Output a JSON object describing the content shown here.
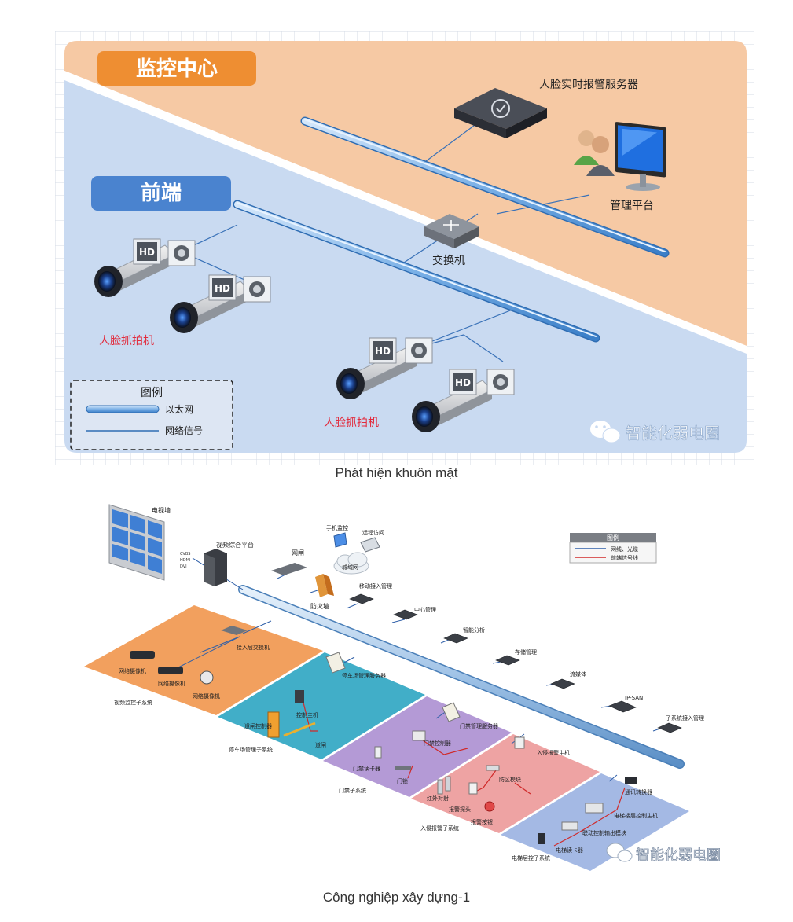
{
  "diagram1": {
    "zone_top_label": "监控中心",
    "zone_front_label": "前端",
    "server_label": "人脸实时报警服务器",
    "mgmt_label": "管理平台",
    "switch_label": "交换机",
    "camera_group_label_1": "人脸抓拍机",
    "camera_group_label_2": "人脸抓拍机",
    "hd_badge": "HD",
    "legend": {
      "title": "图例",
      "item_1": "以太网",
      "item_2": "网络信号"
    },
    "watermark": "智能化弱电圈",
    "colors": {
      "orange_zone": "#f6c9a4",
      "blue_zone": "#c9daf1",
      "orange_label": "#ee8e32",
      "blue_label": "#4a83cf"
    }
  },
  "caption_1": "Phát hiện khuôn mặt",
  "diagram2": {
    "tv_wall": "电视墙",
    "video_platform": "视频综合平台",
    "signal_1": "CVBS",
    "signal_2": "HDMI",
    "signal_3": "DVI",
    "gateway": "网闸",
    "firewall": "防火墙",
    "mobile_monitor": "手机监控",
    "remote_access": "远程访问",
    "wan": "城域网",
    "mobile_access": "移动接入管理",
    "center_mgmt": "中心管理",
    "smart_analysis": "智能分析",
    "storage_mgmt": "存储管理",
    "streaming": "流媒体",
    "ipsan": "IP-SAN",
    "subsystem_access": "子系统接入管理",
    "legend_title": "图例",
    "legend_1": "网线、光缆",
    "legend_2": "前端信号线",
    "video_sub": {
      "access_switch": "接入层交换机",
      "cam_1": "网络摄像机",
      "cam_2": "网络摄像机",
      "cam_3": "网络摄像机",
      "name": "视频监控子系统"
    },
    "parking_sub": {
      "server": "停车场管理服务器",
      "controller": "控制主机",
      "gate_ctrl": "道闸控制器",
      "barrier": "道闸",
      "name": "停车场管理子系统"
    },
    "access_sub": {
      "server": "门禁管理服务器",
      "controller": "门禁控制器",
      "reader": "门禁读卡器",
      "lock": "门锁",
      "name": "门禁子系统"
    },
    "intrusion_sub": {
      "host": "入侵报警主机",
      "module": "防区模块",
      "ir": "红外对射",
      "detector": "报警探头",
      "button": "报警按钮",
      "name": "入侵报警子系统"
    },
    "elevator_sub": {
      "converter": "通讯转换器",
      "floor_host": "电梯楼层控制主机",
      "linkage": "联动控制输出模块",
      "reader": "电梯读卡器",
      "name": "电梯层控子系统"
    },
    "watermark": "智能化弱电圈"
  },
  "caption_2": "Công nghiệp xây dựng-1"
}
